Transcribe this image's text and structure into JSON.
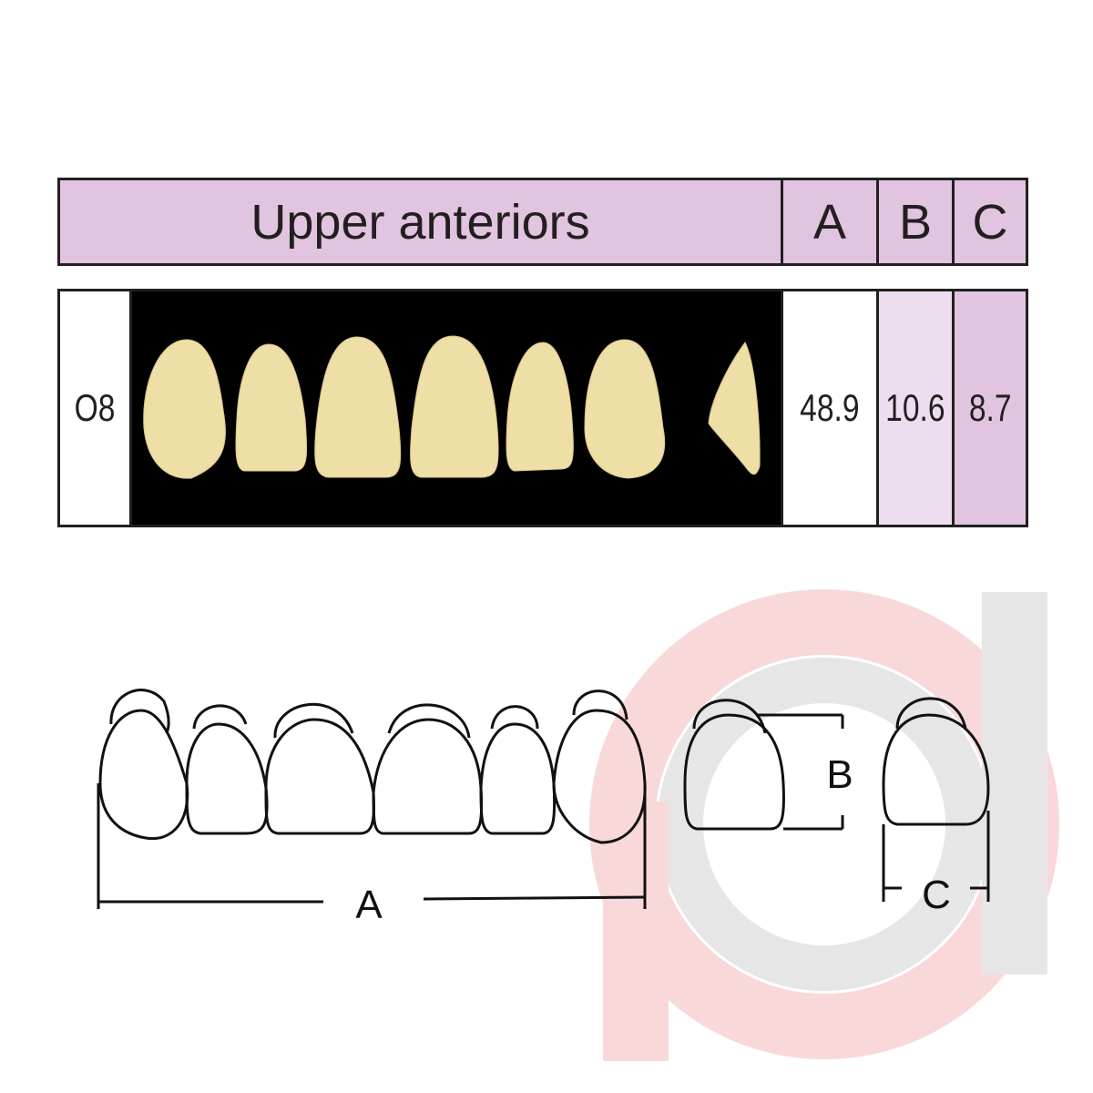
{
  "header": {
    "title": "Upper anteriors",
    "col_a": "A",
    "col_b": "B",
    "col_c": "C"
  },
  "row": {
    "mould": "O8",
    "a": "48.9",
    "b": "10.6",
    "c": "8.7"
  },
  "diagram": {
    "label_a": "A",
    "label_b": "B",
    "label_c": "C"
  },
  "colors": {
    "header_bg": "#e0c4e0",
    "b_bg": "#ecdeee",
    "c_bg": "#e0c4e0",
    "tooth": "#efe1a8",
    "watermark_pink": "#f9d6d8",
    "watermark_grey": "#e6e6e6"
  }
}
